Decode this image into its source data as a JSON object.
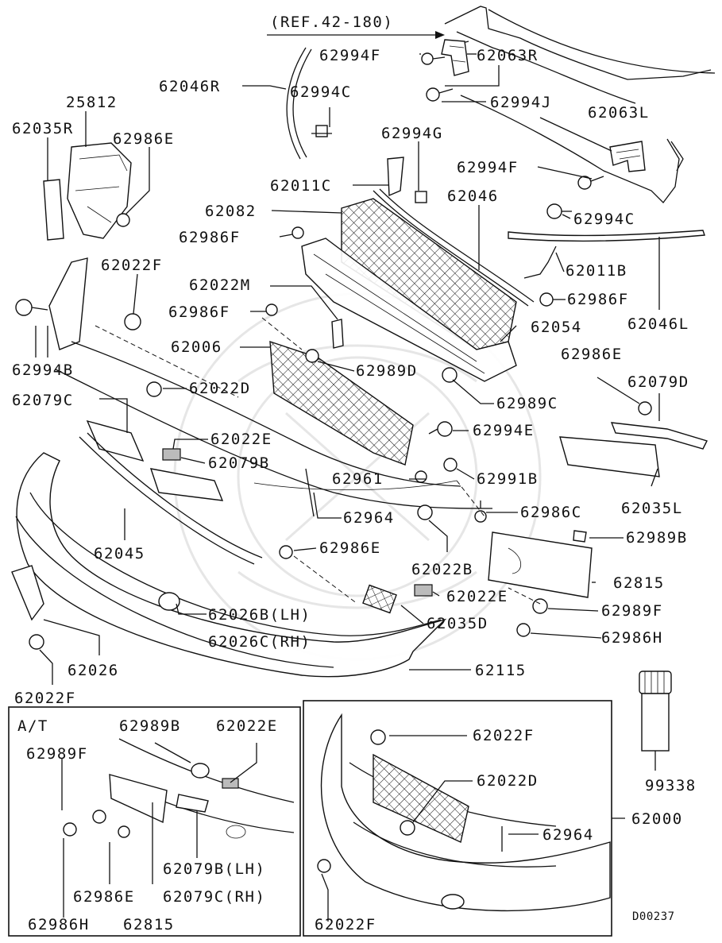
{
  "reference_note": "(REF.42-180)",
  "diagram_code": "D00237",
  "inset_at_label": "A/T",
  "labels": {
    "p62994F_top": "62994F",
    "p62063R": "62063R",
    "p62046R": "62046R",
    "p62994C_top": "62994C",
    "p62994J": "62994J",
    "p25812": "25812",
    "p62063L": "62063L",
    "p62035R": "62035R",
    "p62986E_tl": "62986E",
    "p62994G": "62994G",
    "p62994F_r": "62994F",
    "p62011C": "62011C",
    "p62046": "62046",
    "p62082": "62082",
    "p62994C_r": "62994C",
    "p62986F_1": "62986F",
    "p62022F_1": "62022F",
    "p62011B": "62011B",
    "p62022M": "62022M",
    "p62986F_r": "62986F",
    "p62986F_2": "62986F",
    "p62046L": "62046L",
    "p62054": "62054",
    "p62006": "62006",
    "p62986E_r": "62986E",
    "p62994B": "62994B",
    "p62989D": "62989D",
    "p62022D": "62022D",
    "p62079D": "62079D",
    "p62079C": "62079C",
    "p62989C": "62989C",
    "p62994E": "62994E",
    "p62022E_1": "62022E",
    "p62079B": "62079B",
    "p62961": "62961",
    "p62991B": "62991B",
    "p62035L": "62035L",
    "p62964_1": "62964",
    "p62986C": "62986C",
    "p62045": "62045",
    "p62986E_m": "62986E",
    "p62989B_1": "62989B",
    "p62022B": "62022B",
    "p62815_1": "62815",
    "p62022E_2": "62022E",
    "p62026B": "62026B(LH)",
    "p62989F_1": "62989F",
    "p62026C": "62026C(RH)",
    "p62035D": "62035D",
    "p62986H_1": "62986H",
    "p62026": "62026",
    "p62115": "62115",
    "p62022F_2": "62022F",
    "p62989B_2": "62989B",
    "p62022E_3": "62022E",
    "p62989F_2": "62989F",
    "p62022F_3": "62022F",
    "p62022D_2": "62022D",
    "p99338": "99338",
    "p62000": "62000",
    "p62964_2": "62964",
    "p62079B_LH": "62079B(LH)",
    "p62986E_b": "62986E",
    "p62079C_RH": "62079C(RH)",
    "p62986H_2": "62986H",
    "p62815_2": "62815",
    "p62022F_4": "62022F"
  }
}
